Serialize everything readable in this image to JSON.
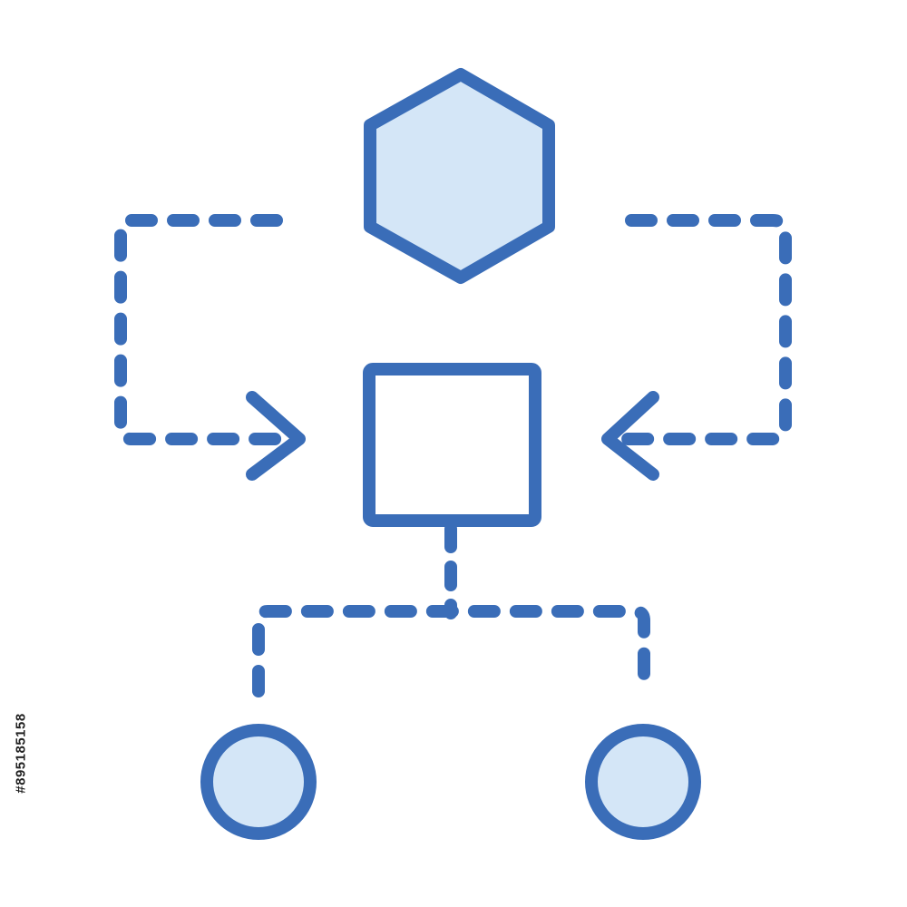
{
  "colors": {
    "stroke": "#3a6db8",
    "fill_light": "#d4e6f7",
    "fill_white": "#ffffff",
    "background": "#ffffff"
  },
  "diagram": {
    "nodes": [
      {
        "id": "top",
        "shape": "hexagon",
        "fill": "light"
      },
      {
        "id": "center",
        "shape": "square",
        "fill": "white"
      },
      {
        "id": "bottom-left",
        "shape": "circle",
        "fill": "light"
      },
      {
        "id": "bottom-right",
        "shape": "circle",
        "fill": "light"
      }
    ],
    "edges": [
      {
        "from": "top",
        "to": "center",
        "style": "dashed",
        "route": "left",
        "arrow": "chevron"
      },
      {
        "from": "top",
        "to": "center",
        "style": "dashed",
        "route": "right",
        "arrow": "chevron"
      },
      {
        "from": "center",
        "to": "bottom-left",
        "style": "dashed",
        "arrow": "none"
      },
      {
        "from": "center",
        "to": "bottom-right",
        "style": "dashed",
        "arrow": "none"
      }
    ]
  },
  "watermark": {
    "stock_id": "#895185158"
  }
}
